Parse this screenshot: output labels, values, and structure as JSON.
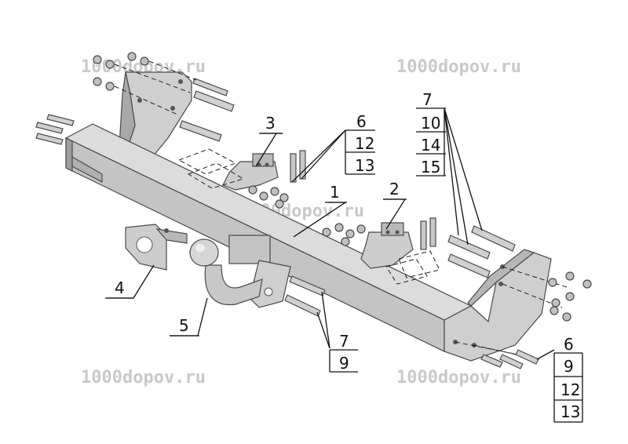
{
  "watermarks": [
    "1000dopov.ru",
    "1000dopov.ru",
    "1000dopov.ru",
    "1000dopov.ru",
    "1000dopov.ru"
  ],
  "callouts": {
    "c1": "1",
    "c2": "2",
    "c3": "3",
    "c4": "4",
    "c5": "5",
    "group_left": [
      "6",
      "12",
      "13"
    ],
    "group_top_right": [
      "7",
      "10",
      "14",
      "15"
    ],
    "group_bottom_center": [
      "7",
      "9"
    ],
    "group_bottom_right": [
      "6",
      "9",
      "12",
      "13"
    ]
  },
  "colors": {
    "part_fill": "#c8c8c8",
    "part_light": "#dedede",
    "part_dark": "#9a9a9a",
    "ink": "#111111",
    "watermark": "#c9c9c9"
  }
}
